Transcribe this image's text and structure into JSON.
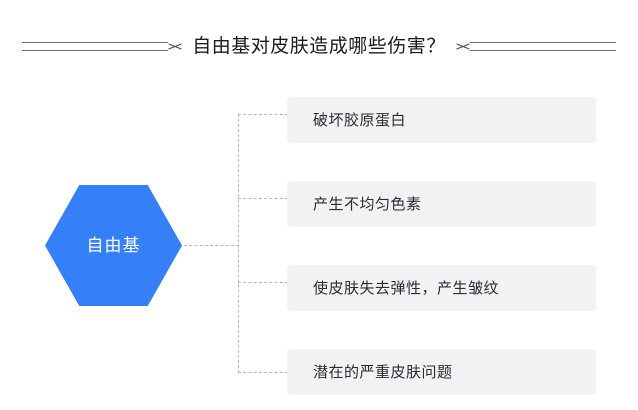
{
  "title": {
    "text": "自由基对皮肤造成哪些伤害？",
    "left_mark": "×",
    "right_mark": "×"
  },
  "hexagon": {
    "label": "自由基",
    "fill_color": "#3680f7",
    "text_color": "#ffffff"
  },
  "items": [
    {
      "label": "破坏胶原蛋白"
    },
    {
      "label": "产生不均匀色素"
    },
    {
      "label": "使皮肤失去弹性，产生皱纹"
    },
    {
      "label": "潜在的严重皮肤问题"
    }
  ],
  "style": {
    "box_background": "#f1f2f4",
    "connector_color": "#b6b6bb",
    "page_background": "#ffffff",
    "text_color": "#2c2c31"
  }
}
